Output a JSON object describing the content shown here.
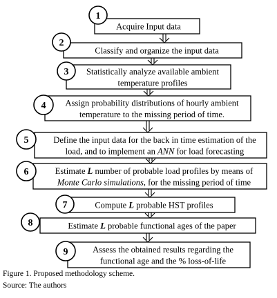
{
  "steps": [
    {
      "number": "1",
      "lines": [
        [
          {
            "t": "Acquire Input data"
          }
        ]
      ]
    },
    {
      "number": "2",
      "lines": [
        [
          {
            "t": "Classify and organize the input data"
          }
        ]
      ]
    },
    {
      "number": "3",
      "lines": [
        [
          {
            "t": "Statistically analyze available ambient"
          }
        ],
        [
          {
            "t": "temperature profiles"
          }
        ]
      ]
    },
    {
      "number": "4",
      "lines": [
        [
          {
            "t": "Assign probability distributions of hourly ambient"
          }
        ],
        [
          {
            "t": "temperature to the missing period of time."
          }
        ]
      ]
    },
    {
      "number": "5",
      "lines": [
        [
          {
            "t": "Define the input data for the back in time estimation of the"
          }
        ],
        [
          {
            "t": "load, and to implement an "
          },
          {
            "t": "ANN",
            "i": true
          },
          {
            "t": " for load forecasting"
          }
        ]
      ]
    },
    {
      "number": "6",
      "lines": [
        [
          {
            "t": "Estimate "
          },
          {
            "t": "L",
            "i": true,
            "b": true
          },
          {
            "t": " number of probable load profiles by means of"
          }
        ],
        [
          {
            "t": "Monte Carlo simulations",
            "i": true
          },
          {
            "t": ", for the missing period of time"
          }
        ]
      ]
    },
    {
      "number": "7",
      "lines": [
        [
          {
            "t": "Compute "
          },
          {
            "t": "L",
            "i": true,
            "b": true
          },
          {
            "t": " probable HST profiles"
          }
        ]
      ]
    },
    {
      "number": "8",
      "lines": [
        [
          {
            "t": "Estimate "
          },
          {
            "t": "L",
            "i": true,
            "b": true
          },
          {
            "t": " probable functional ages of the paper"
          }
        ]
      ]
    },
    {
      "number": "9",
      "lines": [
        [
          {
            "t": "Assess the obtained results regarding the"
          }
        ],
        [
          {
            "t": "functional age and the % loss-of-life"
          }
        ]
      ]
    }
  ],
  "caption": {
    "figure": "Figure 1. Proposed methodology scheme.",
    "source": "Source: The authors"
  }
}
